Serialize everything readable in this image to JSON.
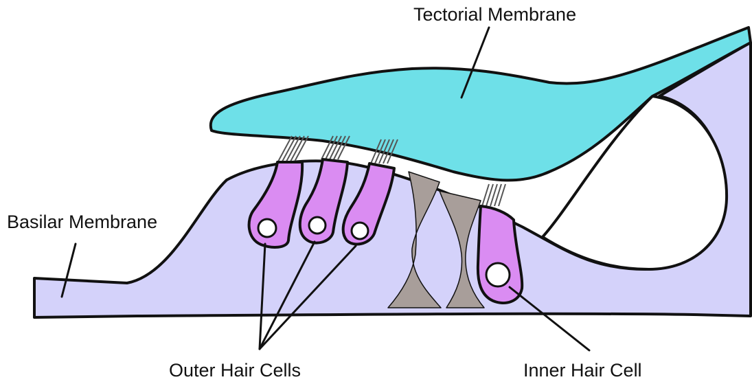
{
  "labels": {
    "tectorial_membrane": "Tectorial Membrane",
    "basilar_membrane": "Basilar Membrane",
    "outer_hair_cells": "Outer Hair Cells",
    "inner_hair_cell": "Inner Hair Cell"
  },
  "colors": {
    "tissue": "#d4d2fa",
    "tectorial": "#6ee0e8",
    "hair_cell": "#da8cf2",
    "pillar": "#a89e9a",
    "nucleus": "#ffffff",
    "outline": "#111111"
  }
}
